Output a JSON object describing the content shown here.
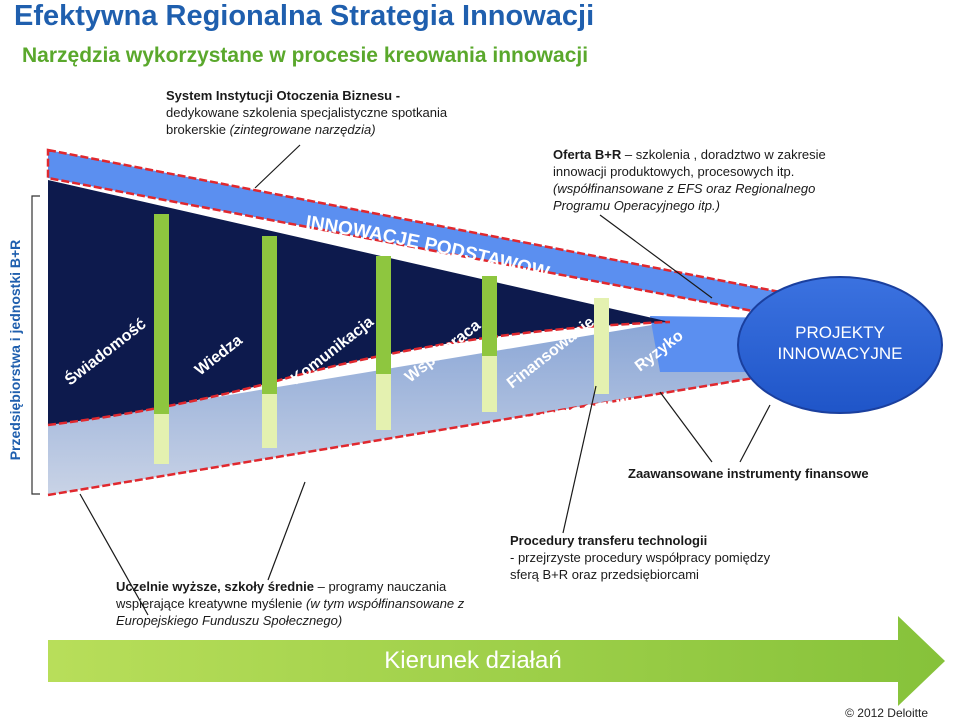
{
  "title": "Efektywna Regionalna Strategia Innowacji",
  "subtitle": "Narzędzia wykorzystane w procesie kreowania innowacji",
  "side_label": "Przedsiębiorstwa i jednostki B+R",
  "notes": {
    "ioib": {
      "bold": "System Instytucji Otoczenia Biznesu -",
      "line2": "dedykowane szkolenia  specjalistyczne spotkania",
      "line3_start": "brokerskie ",
      "line3_italic": "(zintegrowane narzędzia)"
    },
    "oferta": {
      "bold": "Oferta B+R",
      "rest1": " – szkolenia , doradztwo w zakresie",
      "line2": "innowacji produktowych, procesowych itp.",
      "italic": "(współfinansowane z EFS oraz Regionalnego Programu Operacyjnego itp.)"
    },
    "uczelnie": {
      "bold": "Uczelnie wyższe, szkoły średnie",
      "rest": " – programy nauczania",
      "line2_start": "wspierające kreatywne myślenie ",
      "italic": "(w tym współfinansowane z Europejskiego Funduszu Społecznego)"
    },
    "procedury": {
      "bold": "Procedury transferu technologii",
      "rest": "- przejrzyste procedury współpracy pomiędzy sferą B+R oraz przedsiębiorcami"
    },
    "zaawansowane": "Zaawansowane instrumenty finansowe"
  },
  "diagram_labels": {
    "innowacje_podstawowe": "INNOWACJE PODSTAWOWE",
    "lokomotywy": "INNOWACJE – „LOKOMOTYWY WZROSTU”",
    "projekty": "PROJEKTY INNOWACYJNE",
    "stages": [
      "Świadomość",
      "Wiedza",
      "Komunikacja",
      "Współpraca",
      "Finansowanie",
      "Ryzyko"
    ]
  },
  "arrow_label": "Kierunek działań",
  "footer": "© 2012 Deloitte",
  "colors": {
    "title": "#1f5fae",
    "subtitle": "#5aa82c",
    "navy": "#0d1a4d",
    "band": "#5b8ff0",
    "green": "#8ec63f",
    "lime": "#a9d43a",
    "red": "#e0282e"
  }
}
